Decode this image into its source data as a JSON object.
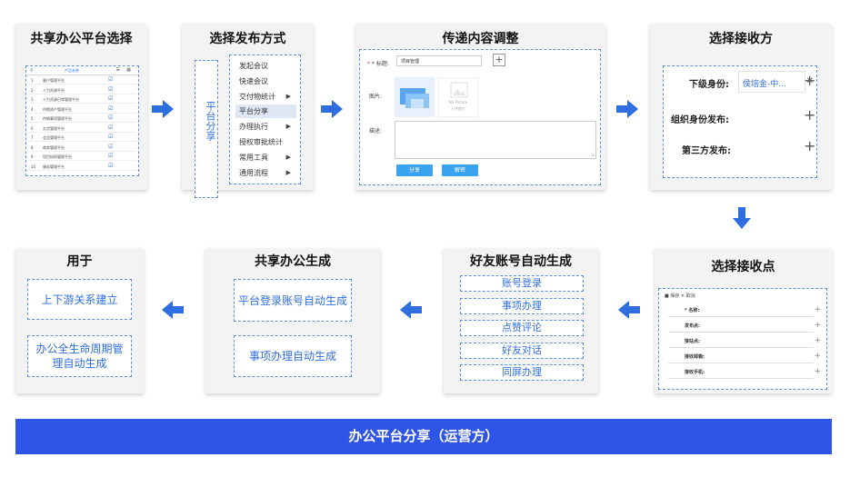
{
  "colors": {
    "accent": "#2f6ee0",
    "banner": "#2f55e8",
    "arrow": "#2f6ee0"
  },
  "card1": {
    "title": "共享办公平台选择",
    "table_header": [
      "产品名称"
    ],
    "rows": [
      {
        "no": "1",
        "name": "客户管理平台"
      },
      {
        "no": "2",
        "name": "人力资源平台"
      },
      {
        "no": "3",
        "name": "人力资源日常管理平台"
      },
      {
        "no": "4",
        "name": "供销资产管理平台"
      },
      {
        "no": "5",
        "name": "供销事项管理平台"
      },
      {
        "no": "6",
        "name": "交货管理平台"
      },
      {
        "no": "7",
        "name": "会员管理平台"
      },
      {
        "no": "8",
        "name": "商务管理平台"
      },
      {
        "no": "9",
        "name": "项目协同管理平台"
      },
      {
        "no": "10",
        "name": "服务管理平台"
      }
    ]
  },
  "card2": {
    "title": "选择发布方式",
    "side_label": "平台分享",
    "menu": [
      {
        "label": "发起会议",
        "arrow": false,
        "selected": false
      },
      {
        "label": "快速会议",
        "arrow": false,
        "selected": false
      },
      {
        "label": "交付物统计",
        "arrow": true,
        "selected": false
      },
      {
        "label": "平台分享",
        "arrow": false,
        "selected": true
      },
      {
        "label": "办理执行",
        "arrow": true,
        "selected": false
      },
      {
        "label": "授权审批统计",
        "arrow": false,
        "selected": false
      },
      {
        "label": "常用工具",
        "arrow": true,
        "selected": false
      },
      {
        "label": "通用流程",
        "arrow": true,
        "selected": false
      }
    ]
  },
  "card3": {
    "title": "传递内容调整",
    "title_label": "* 标题:",
    "title_value": "项目管理",
    "image_label": "图片:",
    "no_picture": "No Picture",
    "upload": "上传图片",
    "desc_label": "描述:",
    "btn_share": "分享",
    "btn_cancel": "解密"
  },
  "card4": {
    "title": "选择接收方",
    "row1_label": "下级身份:",
    "row1_value": "侯培金-中...",
    "row2_label": "组织身份发布:",
    "row3_label": "第三方发布:"
  },
  "card5": {
    "title": "选择接收点",
    "toolbar": "保存  ✕ 取消",
    "fields": [
      "* 名称:",
      "发布点:",
      "接站点:",
      "接收邮箱:",
      "接收手机:"
    ]
  },
  "card6": {
    "title": "好友账号自动生成",
    "items": [
      "账号登录",
      "事项办理",
      "点赞评论",
      "好友对话",
      "同屏办理"
    ]
  },
  "card7": {
    "title": "共享办公生成",
    "box1": "平台登录账号自动生成",
    "box2": "事项办理自动生成"
  },
  "card8": {
    "title": "用于",
    "box1": "上下游关系建立",
    "box2_line1": "办公全生命周期管",
    "box2_line2": "理自动生成"
  },
  "banner": "办公平台分享（运营方）"
}
